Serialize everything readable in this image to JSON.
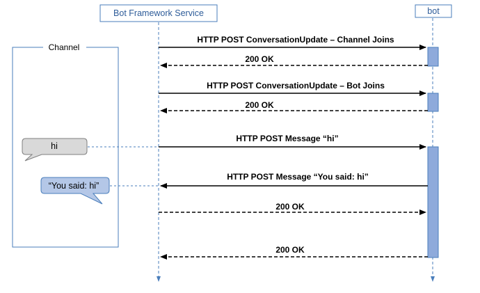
{
  "participants": {
    "service": "Bot Framework Service",
    "bot": "bot",
    "channel": "Channel"
  },
  "bubbles": {
    "user": "hi",
    "bot_reply": "“You said: hi”"
  },
  "messages": [
    {
      "label": "HTTP POST ConversationUpdate – Channel Joins",
      "bold": true
    },
    {
      "label": "200 OK",
      "bold": true
    },
    {
      "label": "HTTP POST ConversationUpdate – Bot Joins",
      "bold": true
    },
    {
      "label": "200 OK",
      "bold": true
    },
    {
      "label": "HTTP POST Message “hi”",
      "bold": true
    },
    {
      "label": "HTTP POST Message “You said: hi”",
      "bold": true
    },
    {
      "label": "200 OK",
      "bold": true
    },
    {
      "label": "200 OK",
      "bold": true
    }
  ],
  "colors": {
    "accent_blue": "#4a7ebb",
    "activation_fill": "#8eaadb",
    "user_bubble": "#d9d9d9",
    "bot_bubble": "#b4c7e7",
    "line": "#000000"
  }
}
